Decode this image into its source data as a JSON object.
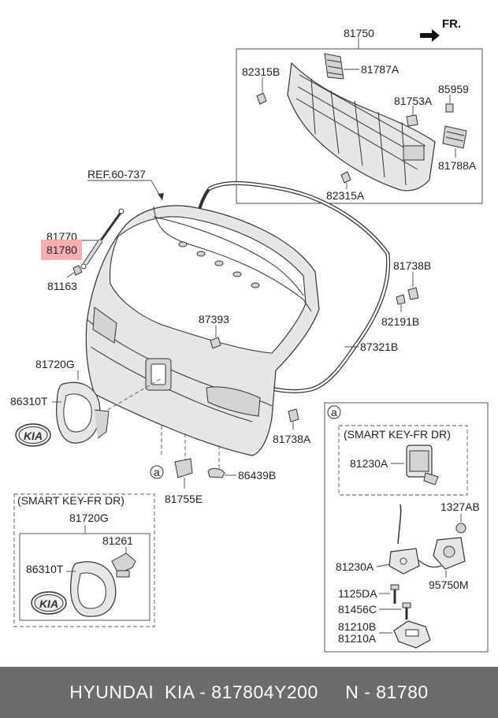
{
  "orientation_label": "FR.",
  "reference_label": "REF.60-737",
  "circle_marker": "a",
  "smart_key_label": "(SMART KEY-FR DR)",
  "part_labels": {
    "p81750": "81750",
    "p82315B": "82315B",
    "p81787A": "81787A",
    "p85959": "85959",
    "p81753A": "81753A",
    "p81788A": "81788A",
    "p82315A": "82315A",
    "p81770": "81770",
    "p81780": "81780",
    "p81163": "81163",
    "p81738B": "81738B",
    "p82191B": "82191B",
    "p87393": "87393",
    "p87321B": "87321B",
    "p81720G": "81720G",
    "p86310T": "86310T",
    "p81738A": "81738A",
    "p81755E": "81755E",
    "p86439B": "86439B",
    "p81720G_2": "81720G",
    "p81261": "81261",
    "p86310T_2": "86310T",
    "p81230A": "81230A",
    "p1327AB": "1327AB",
    "p81230A_2": "81230A",
    "p95750M": "95750M",
    "p1125DA": "1125DA",
    "p81456C": "81456C",
    "p81210B": "81210B",
    "p81210A": "81210A"
  },
  "emblem_text": "KIA",
  "highlight_color": "#f4a0a0",
  "footer": {
    "text": "HYUNDAI  KIA - 817804Y200     N - 81780",
    "background": "#6c6c6c"
  }
}
